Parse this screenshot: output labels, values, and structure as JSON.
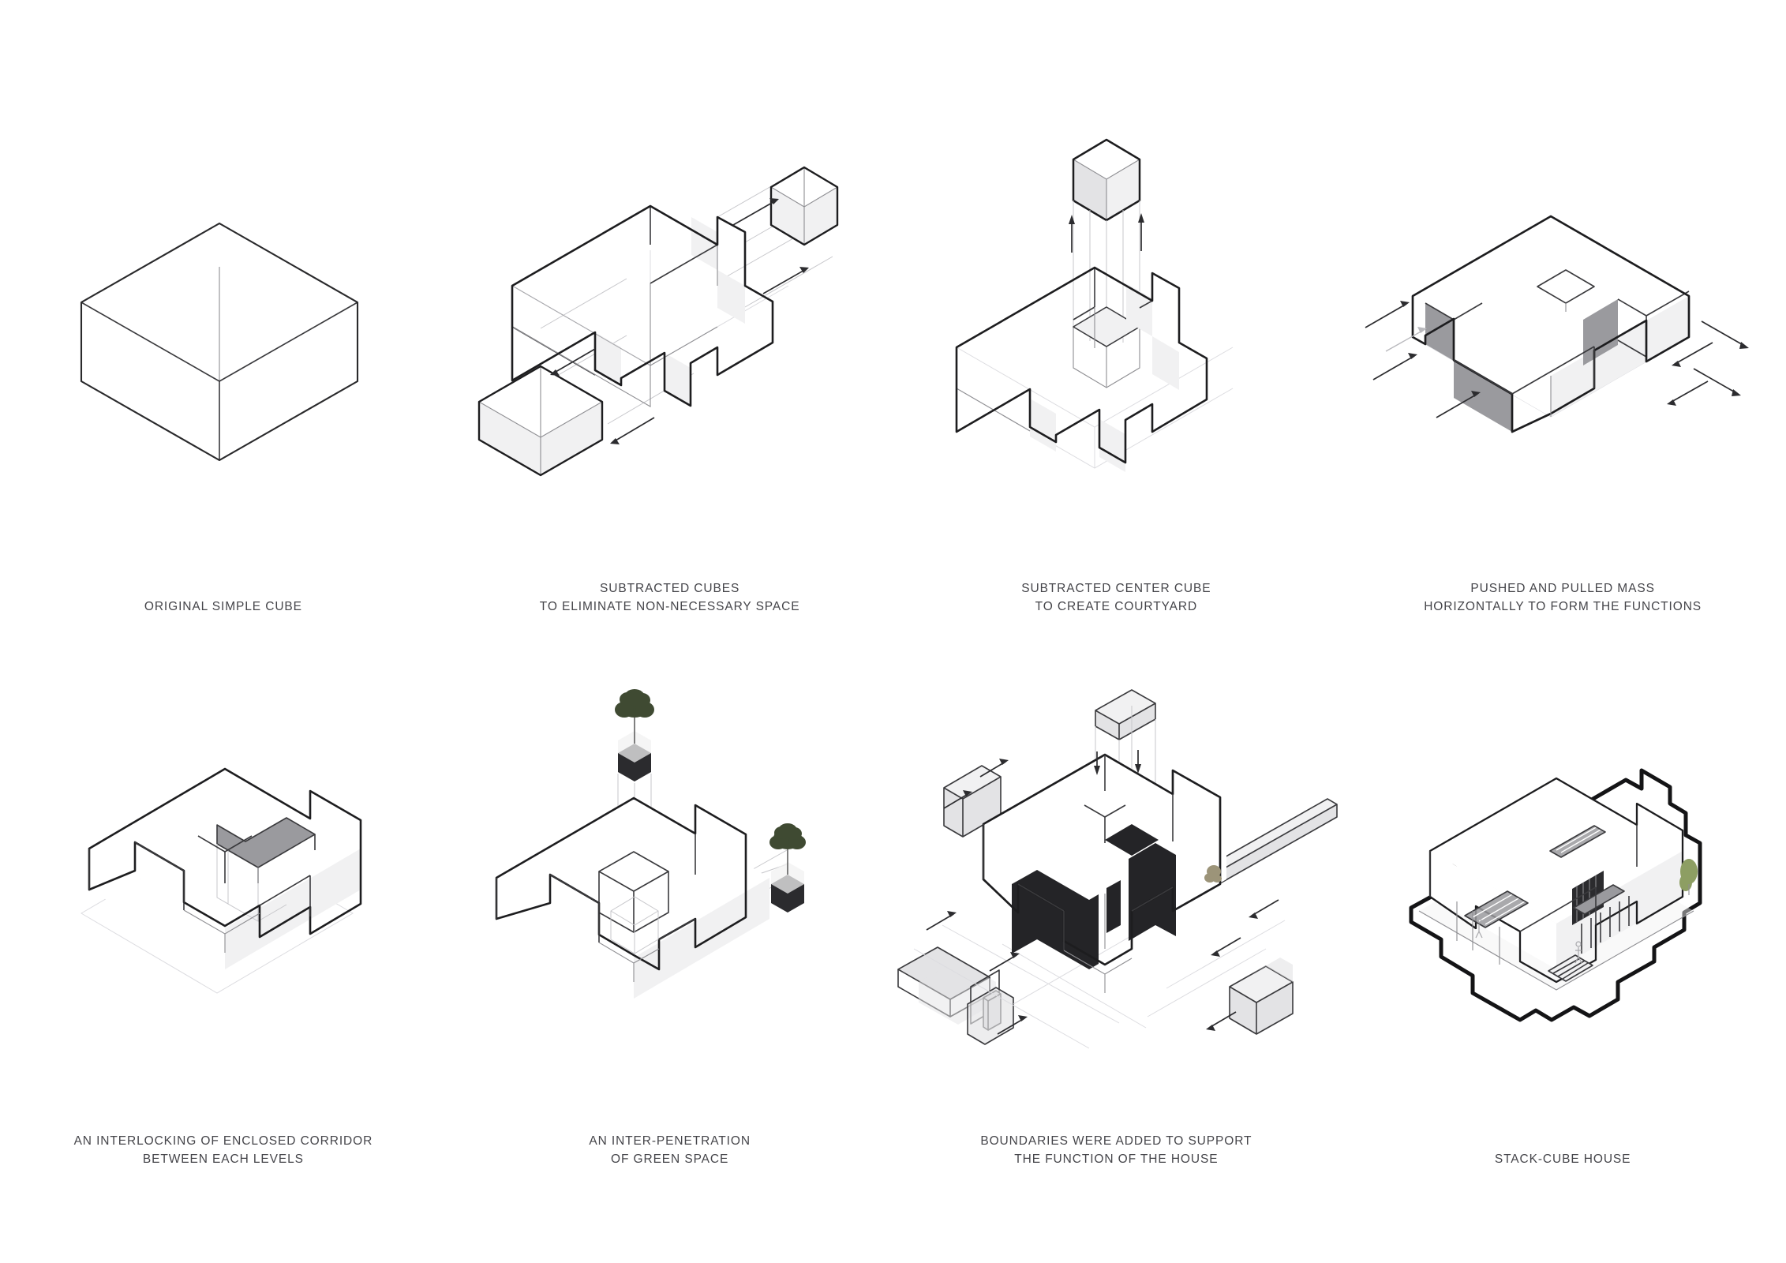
{
  "sheet": {
    "title": "Stack-Cube House Massing Diagram",
    "background_color": "#ffffff",
    "text_color": "#45454a",
    "line_color": "#1d1d1f"
  },
  "panels": [
    {
      "index": 1,
      "id": "original-simple-cube",
      "caption": "ORIGINAL SIMPLE CUBE",
      "caption_lines": [
        "ORIGINAL SIMPLE CUBE"
      ],
      "description": "Wireframe isometric rectangular box with hidden edges shown"
    },
    {
      "index": 2,
      "id": "subtracted-cubes",
      "caption": "SUBTRACTED CUBES\nTO ELIMINATE NON-NECESSARY SPACE",
      "caption_lines": [
        "SUBTRACTED CUBES",
        "TO ELIMINATE NON-NECESSARY SPACE"
      ],
      "description": "Main mass with notches cut, two subtracted cubes pulled away with arrows"
    },
    {
      "index": 3,
      "id": "subtracted-center-cube",
      "caption": "SUBTRACTED CENTER CUBE\nTO CREATE COURTYARD",
      "caption_lines": [
        "SUBTRACTED CENTER CUBE",
        "TO CREATE COURTYARD"
      ],
      "description": "Small center cube lifted upward leaving a courtyard void, two up arrows"
    },
    {
      "index": 4,
      "id": "pushed-pulled-mass",
      "caption": "PUSHED AND PULLED MASS\nHORIZONTALLY TO FORM THE FUNCTIONS",
      "caption_lines": [
        "PUSHED AND PULLED MASS",
        "HORIZONTALLY TO FORM THE FUNCTIONS"
      ],
      "description": "Mass with dark grey recessed faces and horizontal push-pull arrows"
    },
    {
      "index": 5,
      "id": "interlocking-corridor",
      "caption": "AN INTERLOCKING OF ENCLOSED CORRIDOR\nBETWEEN EACH LEVELS",
      "caption_lines": [
        "AN INTERLOCKING OF ENCLOSED CORRIDOR",
        "BETWEEN EACH LEVELS"
      ],
      "description": "Massing with a grey interlocking corridor bridging the courtyard"
    },
    {
      "index": 6,
      "id": "green-space-penetration",
      "caption": "AN INTER-PENETRATION\nOF GREEN SPACE",
      "caption_lines": [
        "AN INTER-PENETRATION",
        "OF GREEN SPACE"
      ],
      "description": "Two trees in dark planter cubes projected into the mass with guide lines"
    },
    {
      "index": 7,
      "id": "boundaries-added",
      "caption": "BOUNDARIES WERE ADDED TO SUPPORT\nTHE FUNCTION OF THE HOUSE",
      "caption_lines": [
        "BOUNDARIES WERE ADDED TO SUPPORT",
        "THE FUNCTION OF THE HOUSE"
      ],
      "description": "Exploded black wall panels and light grey slabs with insertion arrows"
    },
    {
      "index": 8,
      "id": "stack-cube-house",
      "caption": "STACK-CUBE HOUSE",
      "caption_lines": [
        "STACK-CUBE HOUSE"
      ],
      "description": "Final house with heavy black site boundary, louvers, stairs and a tree"
    }
  ],
  "colors": {
    "heavy_outline": "#1d1d1f",
    "medium_outline": "#3a3a3d",
    "light_guide": "#c7c7cb",
    "ghost_guide": "#dcdce0",
    "face_white": "#ffffff",
    "face_light": "#f1f1f2",
    "face_mid": "#e3e3e5",
    "face_grey": "#9a9a9e",
    "face_black": "#242427",
    "tree_canopy": "#3f4a32",
    "tree_green": "#8d9e63"
  }
}
